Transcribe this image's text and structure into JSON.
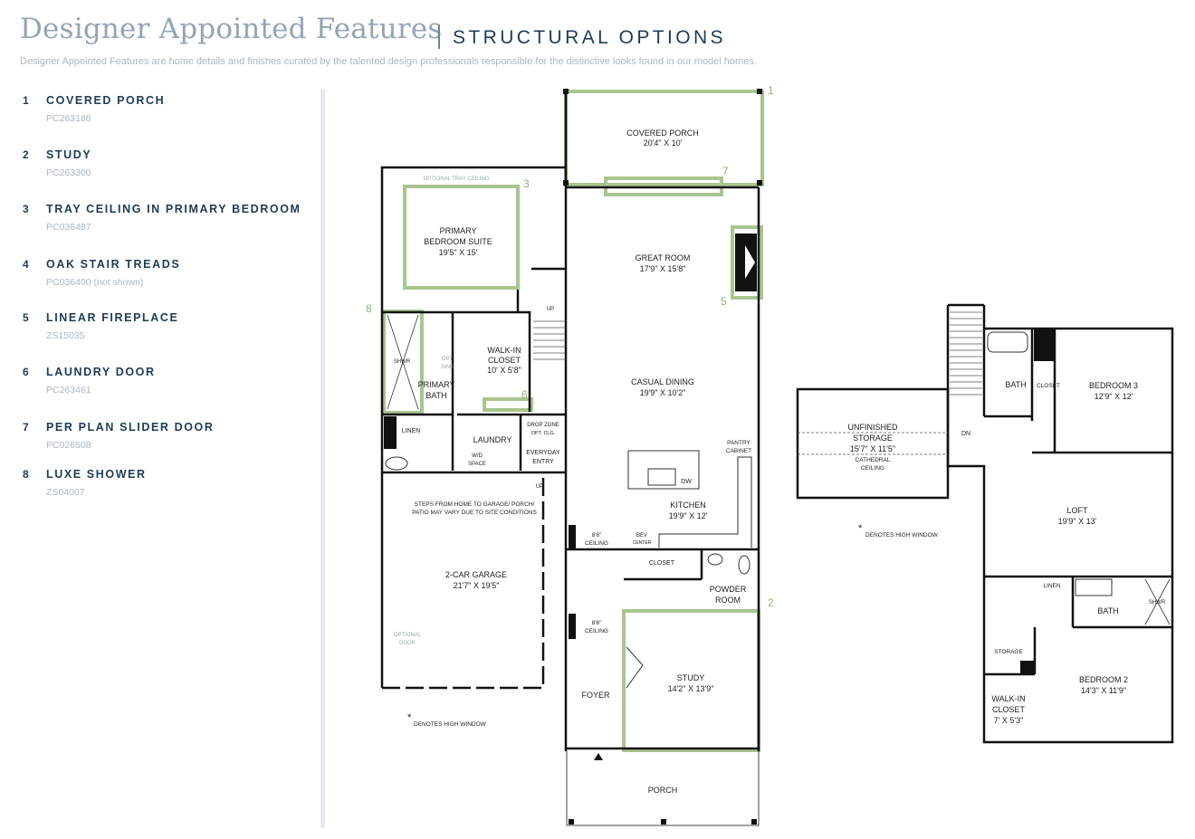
{
  "header": {
    "title": "Designer Appointed Features",
    "subtitle": "STRUCTURAL OPTIONS",
    "description": "Designer Appointed Features are home details and finishes curated by the talented design professionals responsible for the distinctive looks found in our model homes."
  },
  "features": [
    {
      "num": "1",
      "label": "COVERED PORCH",
      "code": "PC263188"
    },
    {
      "num": "2",
      "label": "STUDY",
      "code": "PC263300"
    },
    {
      "num": "3",
      "label": "TRAY CEILING IN PRIMARY BEDROOM",
      "code": "PC036487"
    },
    {
      "num": "4",
      "label": "OAK STAIR TREADS",
      "code": "PC036400 (not shown)"
    },
    {
      "num": "5",
      "label": "LINEAR FIREPLACE",
      "code": "ZS15035"
    },
    {
      "num": "6",
      "label": "LAUNDRY DOOR",
      "code": "PC263461"
    },
    {
      "num": "7",
      "label": "PER PLAN SLIDER DOOR",
      "code": "PC026508"
    },
    {
      "num": "8",
      "label": "LUXE SHOWER",
      "code": "ZS04007"
    }
  ],
  "colors": {
    "highlight": "#a9c58f",
    "marker": "#8fb56f",
    "wall": "#111111",
    "navy": "#1f3b57"
  },
  "first_floor": {
    "covered_porch": {
      "name": "COVERED PORCH",
      "dims": "20'4\" X 10'"
    },
    "primary_suite": {
      "name1": "PRIMARY",
      "name2": "BEDROOM SUITE",
      "dims": "19'5\" X 15'"
    },
    "optional_tray": "OPTIONAL TRAY CEILING",
    "great_room": {
      "name": "GREAT ROOM",
      "dims": "17'9\" X 15'8\""
    },
    "walk_in_closet": {
      "name1": "WALK-IN",
      "name2": "CLOSET",
      "dims": "10' X 5'8\""
    },
    "opt_sink1": "OPT",
    "opt_sink2": "SINK",
    "primary_bath": {
      "name1": "PRIMARY",
      "name2": "BATH"
    },
    "shwr": "SHWR",
    "linen": "LINEN",
    "laundry": "LAUNDRY",
    "wd1": "W/D",
    "wd2": "SPACE",
    "drop_zone1": "DROP ZONE",
    "drop_zone2": "OPT. CLG.",
    "everyday_entry1": "EVERYDAY",
    "everyday_entry2": "ENTRY",
    "casual_dining": {
      "name": "CASUAL DINING",
      "dims": "19'9\" X 10'2\""
    },
    "pantry1": "PANTRY",
    "pantry2": "CABINET",
    "dw": "DW",
    "kitchen": {
      "name": "KITCHEN",
      "dims": "19'9\" X 12'"
    },
    "steps_note1": "STEPS FROM HOME TO GARAGE/ PORCH/",
    "steps_note2": "PATIO MAY VARY DUE TO SITE CONDITIONS",
    "garage": {
      "name": "2-CAR GARAGE",
      "dims": "21'7\" X 19'5\""
    },
    "ceiling1a": "8'6\"",
    "ceiling1b": "CEILING",
    "bev1": "BEV",
    "bev2": "CENTER",
    "closet": "CLOSET",
    "powder": {
      "name1": "POWDER",
      "name2": "ROOM"
    },
    "ceiling2a": "8'6\"",
    "ceiling2b": "CEILING",
    "optional_door1": "OPTIONAL",
    "optional_door2": "DOOR",
    "study": {
      "name": "STUDY",
      "dims": "14'2\" X 13'9\""
    },
    "foyer": "FOYER",
    "porch": "PORCH",
    "high_window_note": "DENOTES HIGH WINDOW",
    "up1": "UP",
    "up2": "UP",
    "asterisk": "*"
  },
  "second_floor": {
    "unfinished": {
      "name1": "UNFINISHED",
      "name2": "STORAGE",
      "dims": "15'7\" X 11'5\"",
      "note1": "CATHEDRAL",
      "note2": "CEILING"
    },
    "dn": "DN",
    "bath1": "BATH",
    "closet": "CLOSET",
    "bedroom3": {
      "name": "BEDROOM 3",
      "dims": "12'9\" X 12'"
    },
    "loft": {
      "name": "LOFT",
      "dims": "19'9\" X 13'"
    },
    "linen": "LINEN",
    "bath2": "BATH",
    "shwr": "SHWR",
    "storage": "STORAGE",
    "bedroom2": {
      "name": "BEDROOM 2",
      "dims": "14'3\" X 11'9\""
    },
    "walk_in": {
      "name1": "WALK-IN",
      "name2": "CLOSET",
      "dims": "7' X 5'3\""
    },
    "high_window_note": "DENOTES HIGH WINDOW",
    "asterisk": "*"
  }
}
